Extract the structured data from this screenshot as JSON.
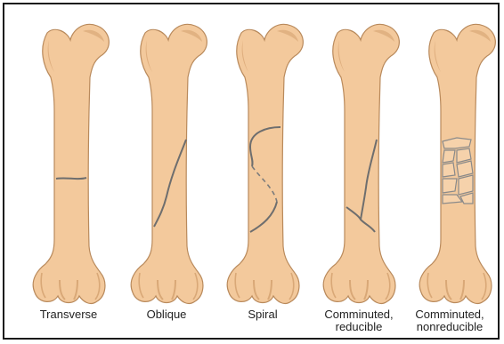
{
  "colors": {
    "bone_fill": "#f3c99c",
    "bone_stroke": "#b98a5c",
    "bone_shadow": "#d9a877",
    "fracture_line": "#6e6e6e",
    "nonreducible_fragment": "#f6d2ab",
    "frame_border": "#1a1a1a"
  },
  "fractures": [
    {
      "key": "transverse",
      "label_lines": [
        "Transverse"
      ]
    },
    {
      "key": "oblique",
      "label_lines": [
        "Oblique"
      ]
    },
    {
      "key": "spiral",
      "label_lines": [
        "Spiral"
      ]
    },
    {
      "key": "comminuted-reducible",
      "label_lines": [
        "Comminuted,",
        "reducible"
      ]
    },
    {
      "key": "comminuted-nonreducible",
      "label_lines": [
        "Comminuted,",
        "nonreducible"
      ]
    }
  ]
}
